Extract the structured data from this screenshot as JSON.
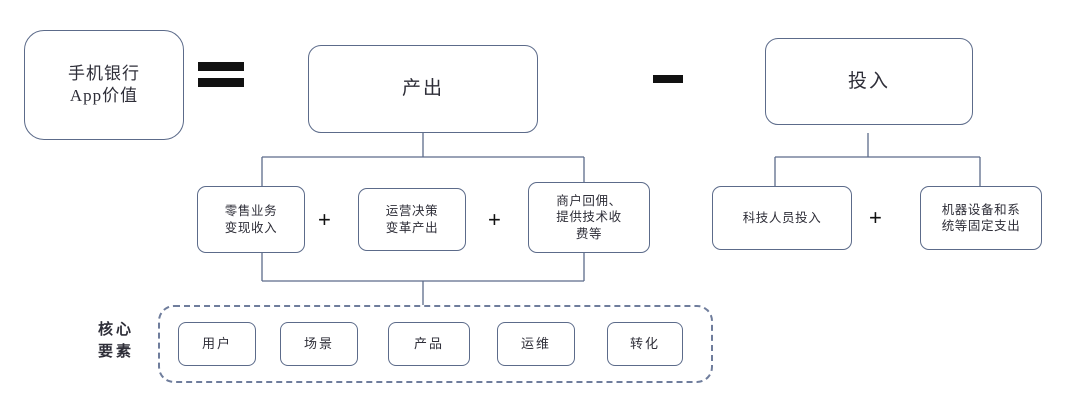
{
  "diagram": {
    "title": "手机银行App价值 = 产出 - 投入",
    "colors": {
      "box_border": "#5c6b8a",
      "dashed_border": "#6f7d9c",
      "connector": "#5c6b8a",
      "text": "#2e2e38",
      "operator": "#111111",
      "background": "#ffffff"
    },
    "root": {
      "label": "手机银行\nApp价值",
      "line1": "手机银行",
      "line2": "App价值"
    },
    "operators": {
      "equals": "=",
      "minus": "-",
      "plus_output_1": "+",
      "plus_output_2": "+",
      "plus_input_1": "+"
    },
    "output": {
      "label": "产出",
      "children": [
        {
          "label": "零售业务\n变现收入",
          "line1": "零售业务",
          "line2": "变现收入",
          "line3": ""
        },
        {
          "label": "运营决策\n变革产出",
          "line1": "运营决策",
          "line2": "变革产出",
          "line3": ""
        },
        {
          "label": "商户回佣、\n提供技术收\n费等",
          "line1": "商户回佣、",
          "line2": "提供技术收",
          "line3": "费等"
        }
      ]
    },
    "input": {
      "label": "投入",
      "children": [
        {
          "label": "科技人员投入",
          "line1": "科技人员投入",
          "line2": "",
          "line3": ""
        },
        {
          "label": "机器设备和系\n统等固定支出",
          "line1": "机器设备和系",
          "line2": "统等固定支出",
          "line3": ""
        }
      ]
    },
    "core_elements": {
      "label": "核心\n要素",
      "label_line1": "核心",
      "label_line2": "要素",
      "items": [
        {
          "label": "用户"
        },
        {
          "label": "场景"
        },
        {
          "label": "产品"
        },
        {
          "label": "运维"
        },
        {
          "label": "转化"
        }
      ]
    }
  }
}
